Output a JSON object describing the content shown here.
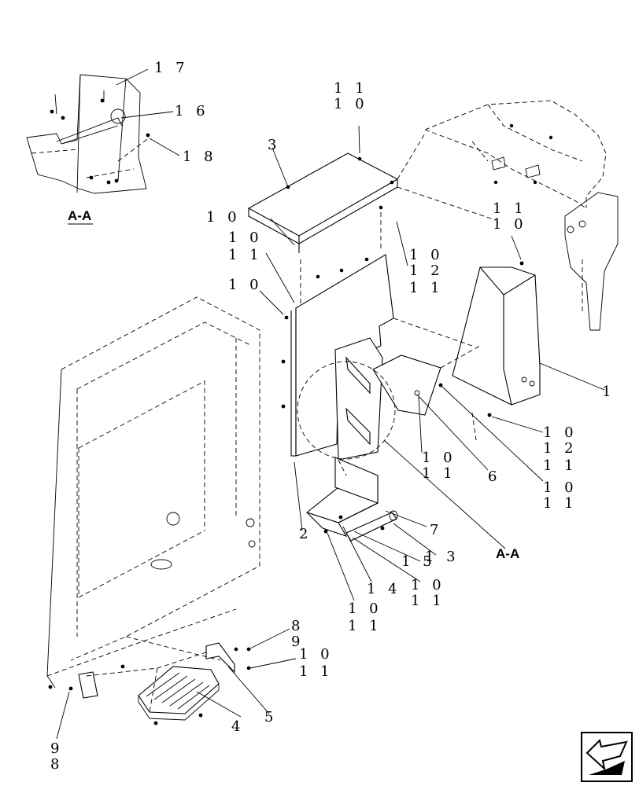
{
  "section_title": "A-A",
  "section_reference": "A-A",
  "callouts": [
    {
      "id": "c17",
      "text": "1 7"
    },
    {
      "id": "c16",
      "text": "1 6"
    },
    {
      "id": "c18",
      "text": "1 8"
    },
    {
      "id": "c11a",
      "text": "1 1"
    },
    {
      "id": "c10a",
      "text": "1 0"
    },
    {
      "id": "c3",
      "text": "3"
    },
    {
      "id": "c10b",
      "text": "1 0"
    },
    {
      "id": "c10c",
      "text": "1 0"
    },
    {
      "id": "c11b",
      "text": "1 1"
    },
    {
      "id": "c10d",
      "text": "1 0"
    },
    {
      "id": "c10e",
      "text": "1 0"
    },
    {
      "id": "c12a",
      "text": "1 2"
    },
    {
      "id": "c11c",
      "text": "1 1"
    },
    {
      "id": "c11d",
      "text": "1 1"
    },
    {
      "id": "c10f",
      "text": "1 0"
    },
    {
      "id": "c1",
      "text": "1"
    },
    {
      "id": "c10g",
      "text": "1 0"
    },
    {
      "id": "c12b",
      "text": "1 2"
    },
    {
      "id": "c11e",
      "text": "1 1"
    },
    {
      "id": "c10h",
      "text": "1 0"
    },
    {
      "id": "c11f",
      "text": "1 1"
    },
    {
      "id": "c10i",
      "text": "1 0"
    },
    {
      "id": "c11g",
      "text": "1 1"
    },
    {
      "id": "c6",
      "text": "6"
    },
    {
      "id": "c2",
      "text": "2"
    },
    {
      "id": "c7",
      "text": "7"
    },
    {
      "id": "c13",
      "text": "1 3"
    },
    {
      "id": "c15",
      "text": "1 5"
    },
    {
      "id": "c14",
      "text": "1 4"
    },
    {
      "id": "c10j",
      "text": "1 0"
    },
    {
      "id": "c11h",
      "text": "1 1"
    },
    {
      "id": "c10k",
      "text": "1 0"
    },
    {
      "id": "c11i",
      "text": "1 1"
    },
    {
      "id": "c8a",
      "text": "8"
    },
    {
      "id": "c9a",
      "text": "9"
    },
    {
      "id": "c10l",
      "text": "1 0"
    },
    {
      "id": "c11j",
      "text": "1 1"
    },
    {
      "id": "c4",
      "text": "4"
    },
    {
      "id": "c5",
      "text": "5"
    },
    {
      "id": "c9b",
      "text": "9"
    },
    {
      "id": "c8b",
      "text": "8"
    }
  ],
  "nav_icon": "previous-page-arrow-icon"
}
